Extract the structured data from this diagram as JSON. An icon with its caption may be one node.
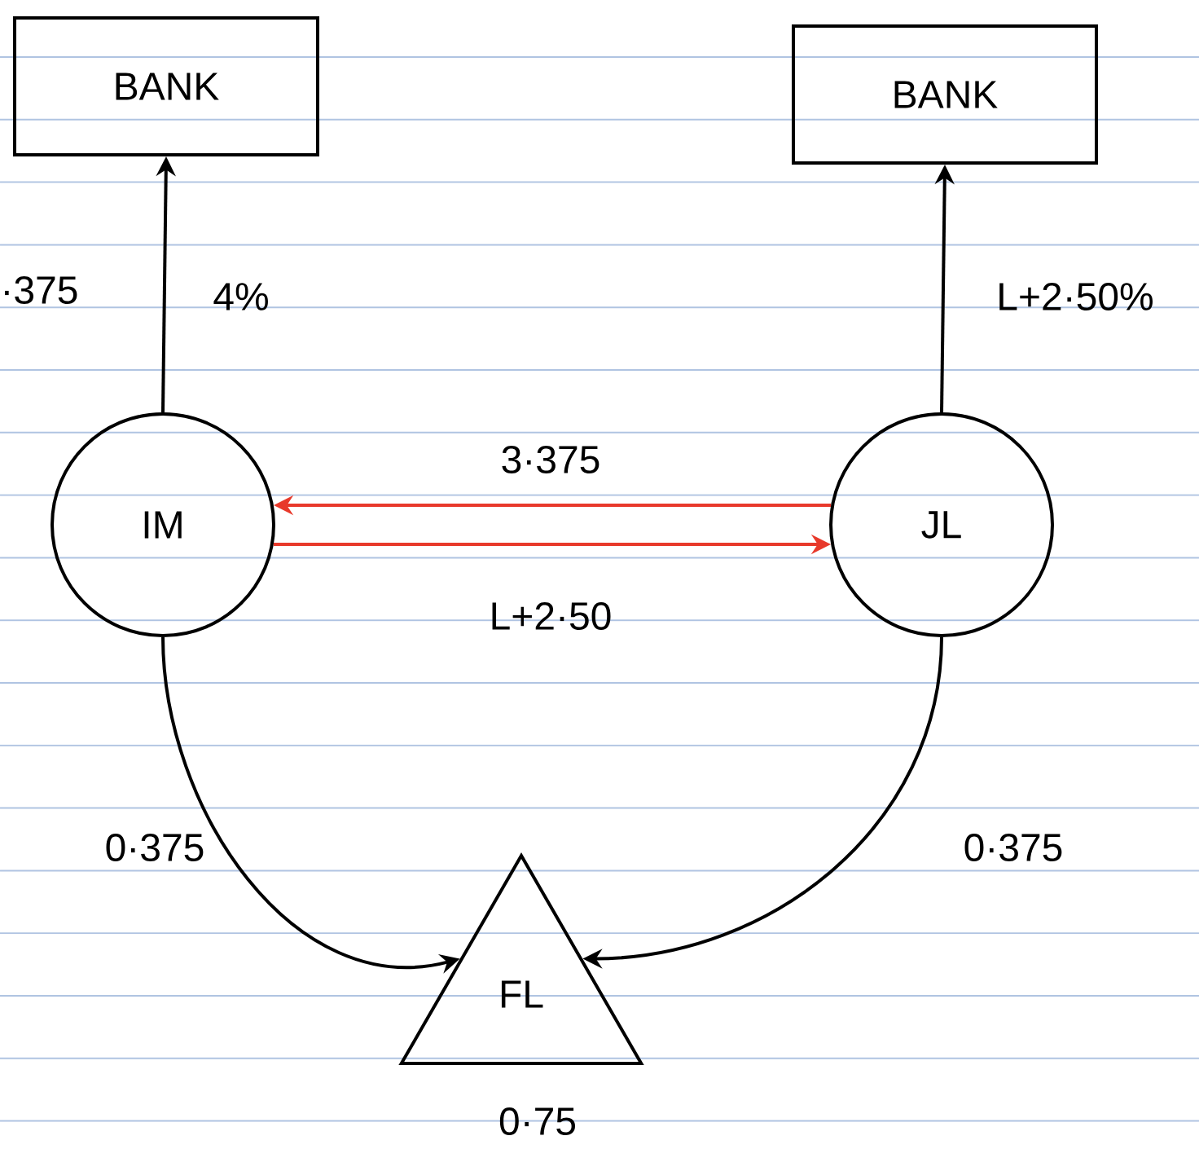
{
  "diagram": {
    "nodes": [
      {
        "text": [
          "BANK"
        ]
      },
      {
        "text": [
          "BANK"
        ]
      },
      {
        "text": [
          "IM"
        ]
      },
      {
        "text": [
          "JL"
        ]
      },
      {
        "text": [
          "FL"
        ],
        "beside": [
          "0·75"
        ]
      }
    ],
    "edges": [
      {
        "from": 2,
        "to": 0,
        "arrow": "to",
        "label": "4%"
      },
      {
        "from": 3,
        "to": 1,
        "arrow": "to",
        "label": "L+2·50%"
      },
      {
        "from": 3,
        "to": 2,
        "arrow": "to",
        "label": "3·375",
        "color": "#e8392b"
      },
      {
        "from": 2,
        "to": 3,
        "arrow": "to",
        "label": "L+2·50",
        "color": "#e8392b"
      },
      {
        "from": 2,
        "to": 4,
        "arrow": "to",
        "label": "0·375"
      },
      {
        "from": 3,
        "to": 4,
        "arrow": "to",
        "label": "0·375"
      }
    ],
    "labels": [
      "·375"
    ]
  }
}
